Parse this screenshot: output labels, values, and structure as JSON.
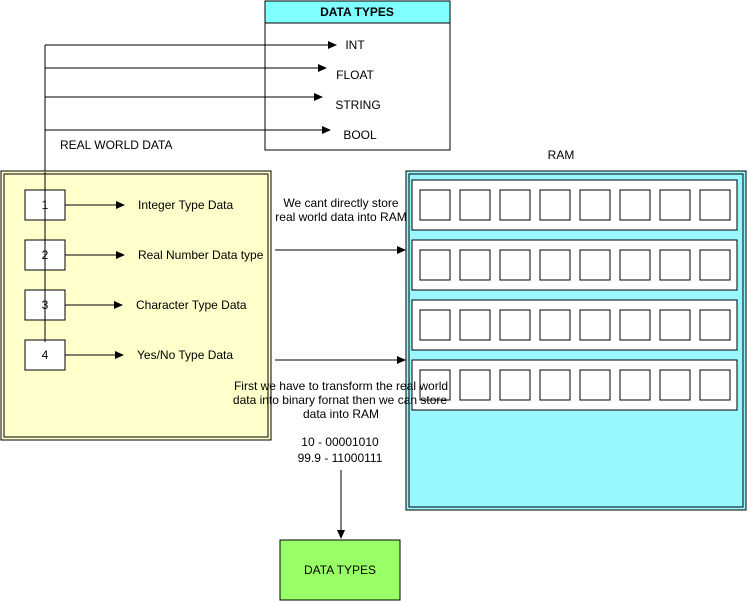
{
  "data_types_box": {
    "title": "DATA TYPES",
    "items": [
      "INT",
      "FLOAT",
      "STRING",
      "BOOL"
    ],
    "header_color": "#80ffff"
  },
  "real_world": {
    "label": "REAL WORLD DATA",
    "bg_color": "#ffffcc",
    "items": [
      {
        "num": "1",
        "label": "Integer Type Data"
      },
      {
        "num": "2",
        "label": "Real Number Data type"
      },
      {
        "num": "3",
        "label": "Character Type Data"
      },
      {
        "num": "4",
        "label": "Yes/No Type Data"
      }
    ]
  },
  "ram": {
    "label": "RAM",
    "bg_color": "#99f8ff",
    "rows": 4,
    "cells_per_row": 8
  },
  "notes": {
    "cant_store_line1": "We cant directly store",
    "cant_store_line2": "real world data into RAM",
    "transform_line1": "First we have to transform the real world",
    "transform_line2": "data into binary fornat then we can store",
    "transform_line3": "data into RAM",
    "example1": "10 - 00001010",
    "example2": "99.9 - 11000111"
  },
  "bottom_box": {
    "label": "DATA TYPES",
    "color": "#99ff66"
  }
}
